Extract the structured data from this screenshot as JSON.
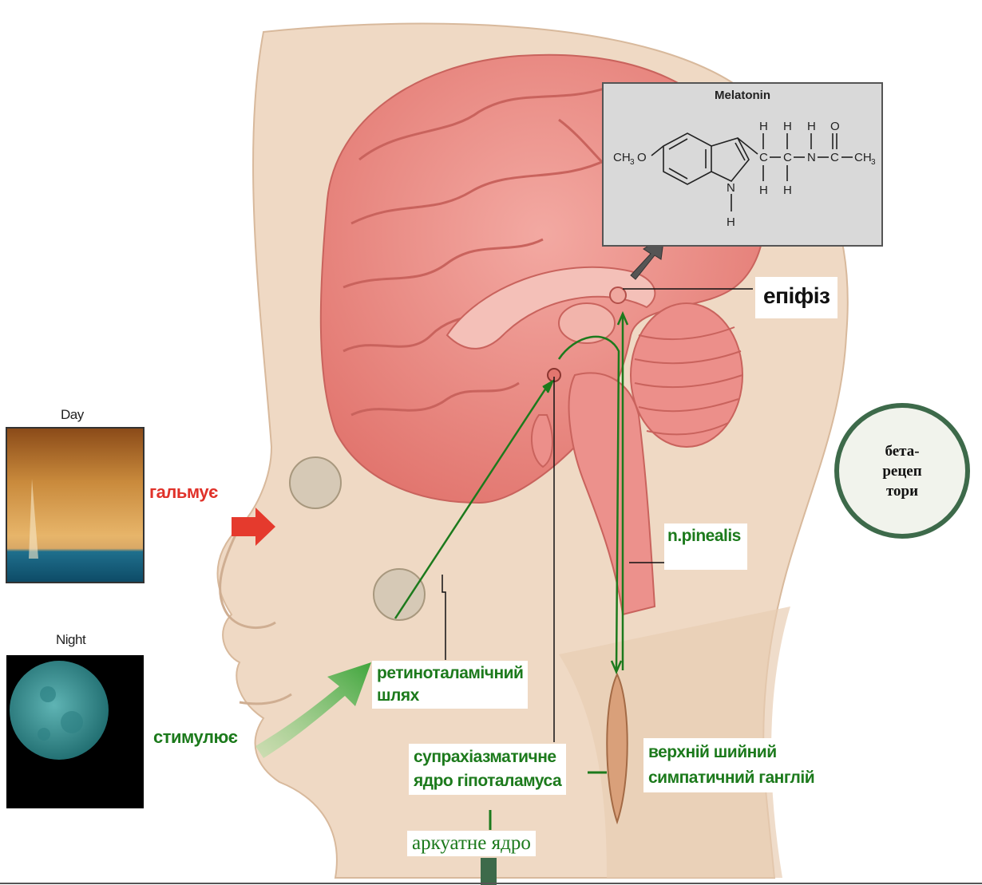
{
  "panels": {
    "day_caption": "Day",
    "night_caption": "Night"
  },
  "labels": {
    "inhibits": "гальмує",
    "stimulates": "стимулює",
    "retinothalamic_tract": "ретиноталамічний\nшлях",
    "suprachiasmatic_nucleus": "супрахіазматичне\nядро гіпоталамуса",
    "arcuate_nucleus": "аркуатне ядро",
    "pineal_gland": "епіфіз",
    "pineal_nerve": "n.pinealis",
    "superior_cervical_ganglion": "верхній шийний\nсимпатичний ганглій",
    "beta_receptors": "бета-\nрецеп\nтори"
  },
  "melatonin": {
    "title": "Melatonin",
    "formula_text": [
      "CH",
      "3",
      "O",
      "H",
      "H",
      "H",
      "O",
      "C",
      "C",
      "N",
      "C",
      "CH",
      "3",
      "H",
      "H",
      "N",
      "H"
    ]
  },
  "colors": {
    "pathway_green": "#1c7a1c",
    "inhibit_red": "#e0322a",
    "brain_pink": "#ec8f8a",
    "skin": "#efd9c4",
    "circle_border": "#3d6a4a"
  }
}
